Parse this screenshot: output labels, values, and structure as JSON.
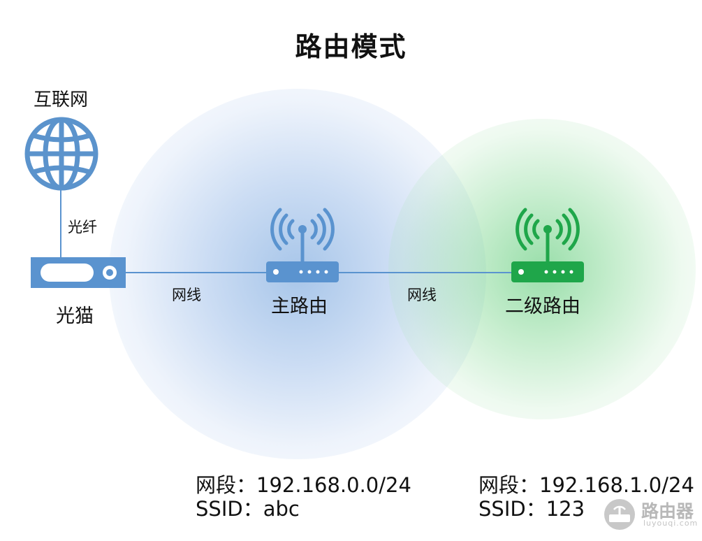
{
  "title": "路由模式",
  "internet": {
    "label": "互联网"
  },
  "fiber": {
    "label": "光纤"
  },
  "modem": {
    "label": "光猫"
  },
  "main_router": {
    "label": "主路由",
    "cable_label": "网线"
  },
  "secondary_router": {
    "label": "二级路由",
    "cable_label": "网线"
  },
  "main_network": {
    "segment": "网段：192.168.0.0/24",
    "ssid": "SSID：abc"
  },
  "secondary_network": {
    "segment": "网段：192.168.1.0/24",
    "ssid": "SSID：123"
  },
  "watermark": {
    "name": "路由器",
    "site": "luyouqi.com"
  },
  "colors": {
    "blue": "#5a93cf",
    "green": "#1fa64a",
    "internet_blue": "#5b93cc"
  }
}
